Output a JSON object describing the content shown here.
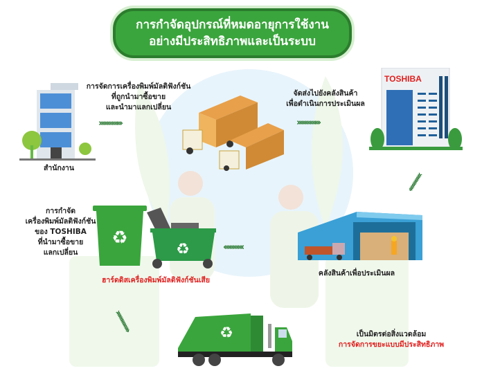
{
  "title": {
    "line1": "การกำจัดอุปกรณ์ที่หมดอายุการใช้งาน",
    "line2": "อย่างมีประสิทธิภาพและเป็นระบบ"
  },
  "office": {
    "label": "สำนักงาน"
  },
  "step1": {
    "line1": "การจัดการเครื่องพิมพ์มัลติฟังก์ชัน",
    "line2": "ที่ถูกนำมาซื้อขาย",
    "line3": "และนำมาแลกเปลี่ยน"
  },
  "step2": {
    "line1": "จัดส่งไปยังคลังสินค้า",
    "line2": "เพื่อดำเนินการประเมินผล"
  },
  "toshiba": {
    "brand": "TOSHIBA"
  },
  "warehouse": {
    "label": "คลังสินค้าเพื่อประเมินผล"
  },
  "disposal": {
    "line1": "การกำจัด",
    "line2": "เครื่องพิมพ์มัลติฟังก์ชัน",
    "line3": "ของ TOSHIBA",
    "line4": "ที่นำมาซื้อขาย",
    "line5": "แลกเปลี่ยน"
  },
  "harddisk": {
    "label": "ฮาร์ดดิสเครื่องพิมพ์มัลติฟังก์ชันเสีย"
  },
  "outcome": {
    "line1": "เป็นมิตรต่อสิ่งแวดล้อม",
    "line2": "การจัดการขยะแบบมีประสิทธิภาพ"
  },
  "arrow_glyph_right": "››››››››››››››",
  "arrow_glyph_left": "‹‹‹‹‹‹‹‹‹‹‹‹",
  "colors": {
    "green": "#3aa53c",
    "dark_green": "#2c7a34",
    "red": "#e0201f",
    "toshiba_red": "#e0201f"
  }
}
